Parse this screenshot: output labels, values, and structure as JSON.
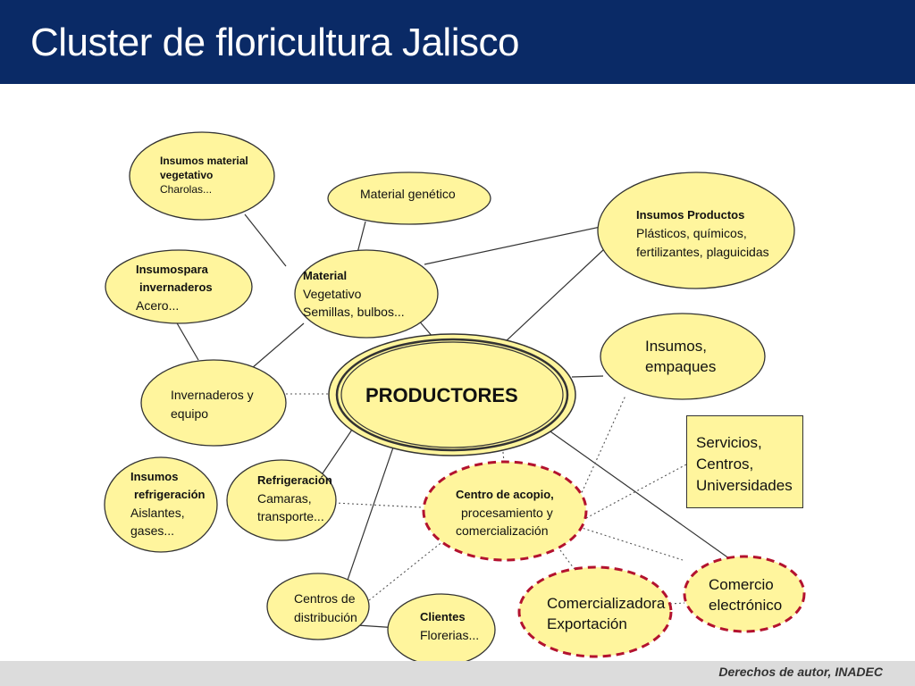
{
  "header": {
    "title": "Cluster de floricultura Jalisco"
  },
  "center": {
    "label": "PRODUCTORES"
  },
  "nodes": {
    "insumos_material": {
      "line1": "Insumos material",
      "line2": "vegetativo",
      "line3": "Charolas..."
    },
    "material_genetico": {
      "line1": "Material genético"
    },
    "insumos_productos": {
      "line1": "Insumos Productos",
      "line2": "Plásticos, químicos,",
      "line3": "fertilizantes, plaguicidas"
    },
    "insumos_invernaderos": {
      "line1": "Insumospara",
      "line2": "invernaderos",
      "line3": "Acero..."
    },
    "material_vegetativo": {
      "line1": "Material",
      "line2": "Vegetativo",
      "line3": "Semillas, bulbos..."
    },
    "insumos_empaques": {
      "line1": "Insumos,",
      "line2": "empaques"
    },
    "invernaderos_equipo": {
      "line1": "Invernaderos y",
      "line2": "equipo"
    },
    "servicios": {
      "line1": "Servicios,",
      "line2": "Centros,",
      "line3": "Universidades"
    },
    "insumos_refrigeracion": {
      "line1": "Insumos",
      "line2": "refrigeración",
      "line3": "Aislantes,",
      "line4": "gases..."
    },
    "refrigeracion": {
      "line1": "Refrigeración",
      "line2": "Camaras,",
      "line3": "transporte..."
    },
    "centro_acopio": {
      "line1": "Centro de acopio,",
      "line2": "procesamiento y",
      "line3": "comercialización"
    },
    "centros_distribucion": {
      "line1": "Centros de",
      "line2": "distribución"
    },
    "clientes": {
      "line1": "Clientes",
      "line2": "Florerias..."
    },
    "comercializadora": {
      "line1": "Comercializadora",
      "line2": "Exportación"
    },
    "comercio_electronico": {
      "line1": "Comercio",
      "line2": "electrónico"
    }
  },
  "footer": {
    "copyright": "Derechos de autor, INADEC"
  },
  "colors": {
    "header": "#0a2a66",
    "node_fill": "#fff59d",
    "dashed_border": "#b3122e",
    "line": "#333333"
  }
}
